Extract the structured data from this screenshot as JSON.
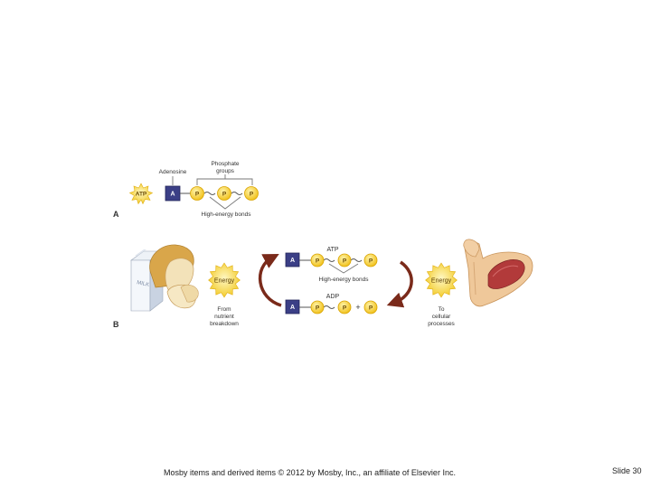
{
  "part_a": {
    "letter": "A",
    "atp_badge": "ATP",
    "adenosine_label": "Adenosine",
    "phosphate_label_line1": "Phosphate",
    "phosphate_label_line2": "groups",
    "a_symbol": "A",
    "p_symbol": "P",
    "bonds_label": "High-energy bonds"
  },
  "part_b": {
    "letter": "B",
    "milk_carton_text": "MILK",
    "energy_in": "Energy",
    "energy_out": "Energy",
    "from_line1": "From",
    "from_line2": "nutrient",
    "from_line3": "breakdown",
    "atp_label": "ATP",
    "bonds_label": "High-energy bonds",
    "adp_label": "ADP",
    "plus": "+",
    "a_symbol": "A",
    "p_symbol": "P",
    "to_line1": "To",
    "to_line2": "cellular",
    "to_line3": "processes"
  },
  "colors": {
    "adenosine": "#3b3f86",
    "phosphate": "#f6d23c",
    "energy_burst": "#f7d63a",
    "arrow": "#7a2a1a",
    "muscle": "#b23a3a"
  },
  "footer": {
    "credit": "Mosby items and derived items © 2012 by Mosby, Inc., an affiliate of Elsevier Inc.",
    "slide": "Slide 30"
  }
}
